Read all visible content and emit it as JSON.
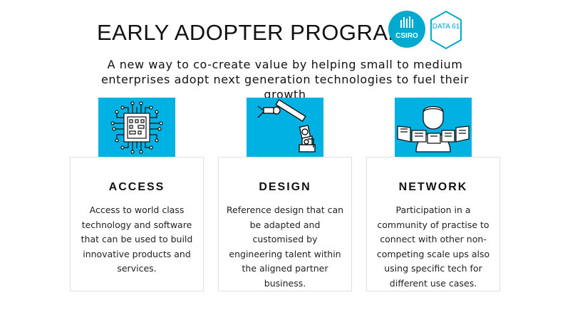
{
  "header": {
    "title": "EARLY ADOPTER PROGRAM",
    "subtitle": "A new way to co-create value by helping small to medium enterprises adopt next generation technologies to fuel their growth",
    "logos": [
      {
        "name": "csiro-logo",
        "text": "CSIRO",
        "color": "#00a9ce"
      },
      {
        "name": "data61-logo",
        "text": "DATA 61",
        "color": "#00a9ce"
      }
    ]
  },
  "accent_color": "#00b2e3",
  "cards": [
    {
      "icon": "circuit-chip-icon",
      "title": "ACCESS",
      "text": "Access to world class technology and software that can be used to build innovative products and services."
    },
    {
      "icon": "robot-arm-icon",
      "title": "DESIGN",
      "text": "Reference design that can be adapted and customised by engineering talent within the aligned partner business."
    },
    {
      "icon": "person-screens-icon",
      "title": "NETWORK",
      "text": "Participation in a community of practise to connect with other non-competing scale ups also using specific tech for different use cases."
    }
  ]
}
